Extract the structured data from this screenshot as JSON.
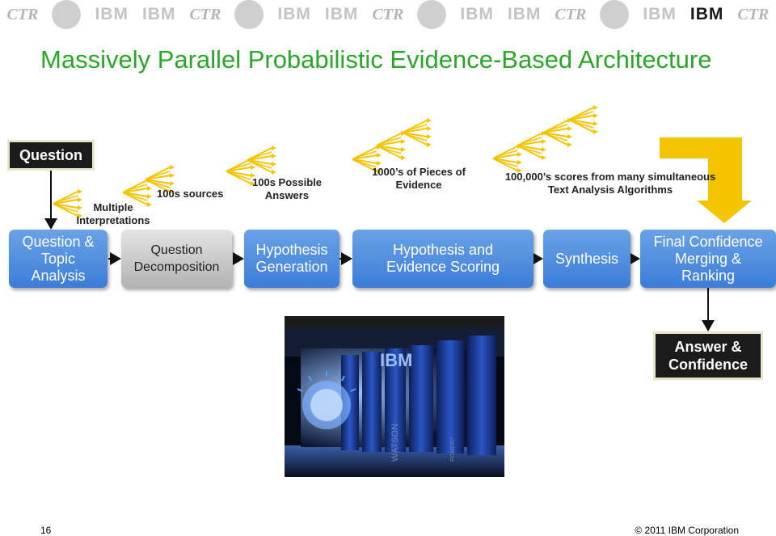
{
  "banner": {
    "items": [
      "ctr",
      "bm",
      "ibm",
      "ibm",
      "ctr",
      "bm",
      "ibm",
      "ibm",
      "ctr",
      "bm",
      "ibm",
      "ibm",
      "ctr",
      "bm",
      "ibm",
      "ibm-dark",
      "ctr"
    ],
    "ibm_text": "IBM",
    "ctr_text": "CTR"
  },
  "title": "Massively Parallel Probabilistic Evidence-Based Architecture",
  "question": "Question",
  "stages": [
    {
      "label": "Question & Topic Analysis"
    },
    {
      "label": "Question Decomposition"
    },
    {
      "label": "Hypothesis Generation"
    },
    {
      "label": "Hypothesis and Evidence  Scoring"
    },
    {
      "label": "Synthesis"
    },
    {
      "label": "Final Confidence Merging & Ranking"
    }
  ],
  "labels": {
    "interpretations": "Multiple Interpretations",
    "sources": "100s  sources",
    "answers": "100s Possible Answers",
    "evidence": "1000’s of Pieces of Evidence",
    "scores": "100,000’s scores from many simultaneous Text Analysis Algorithms"
  },
  "answer": "Answer & Confidence",
  "photo": {
    "brand_text": "IBM",
    "side_text": "WATSON",
    "panel_text": "POWER7"
  },
  "footer": {
    "slide_number": "16",
    "copyright": "© 2011 IBM Corporation"
  },
  "colors": {
    "title": "#2aa62a",
    "stage_blue": "#4a8de0",
    "stage_gray": "#c8c8c8",
    "fan": "#f5c400",
    "down_arrow": "#f5c400"
  }
}
